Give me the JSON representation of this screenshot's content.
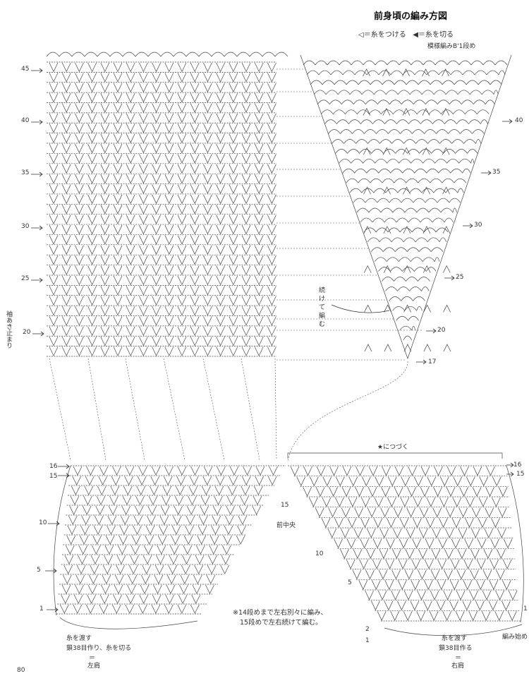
{
  "title": "前身頃の編み方図",
  "legend": {
    "attach_symbol": "◁",
    "attach_text": "＝糸をつける",
    "cut_symbol": "◀",
    "cut_text": "＝糸を切る"
  },
  "pattern_label": "模様編みB'1段め",
  "upper_left_rows": [
    "45",
    "40",
    "35",
    "30",
    "25",
    "20"
  ],
  "upper_right_rows": [
    "40",
    "35",
    "30",
    "25",
    "20",
    "17"
  ],
  "continue_label": "続けて編む",
  "armhole_label": "袖あき止まり",
  "star_label": "★につづく",
  "lower_left_rows": [
    "16",
    "15",
    "10",
    "5",
    "1"
  ],
  "lower_right_rows": [
    "16",
    "15",
    "1",
    "2",
    "1"
  ],
  "lower_center_left_row": "15",
  "lower_center_right_rows": [
    "10",
    "5"
  ],
  "center_front_label": "前中央",
  "note_lines": [
    "※14段めまで左右別々に編み、",
    "15段めで左右続けて編む。"
  ],
  "left_bottom": {
    "pass_yarn": "糸を渡す",
    "chain": "鎖38目作り、糸を切る",
    "equals": "＝",
    "name": "左肩"
  },
  "right_bottom": {
    "pass_yarn": "糸を渡す",
    "chain": "鎖38目作る",
    "equals": "＝",
    "name": "右肩",
    "start": "編み始め"
  },
  "page_number": "80",
  "colors": {
    "ink": "#333333",
    "dotted": "#555555",
    "background": "#ffffff"
  }
}
